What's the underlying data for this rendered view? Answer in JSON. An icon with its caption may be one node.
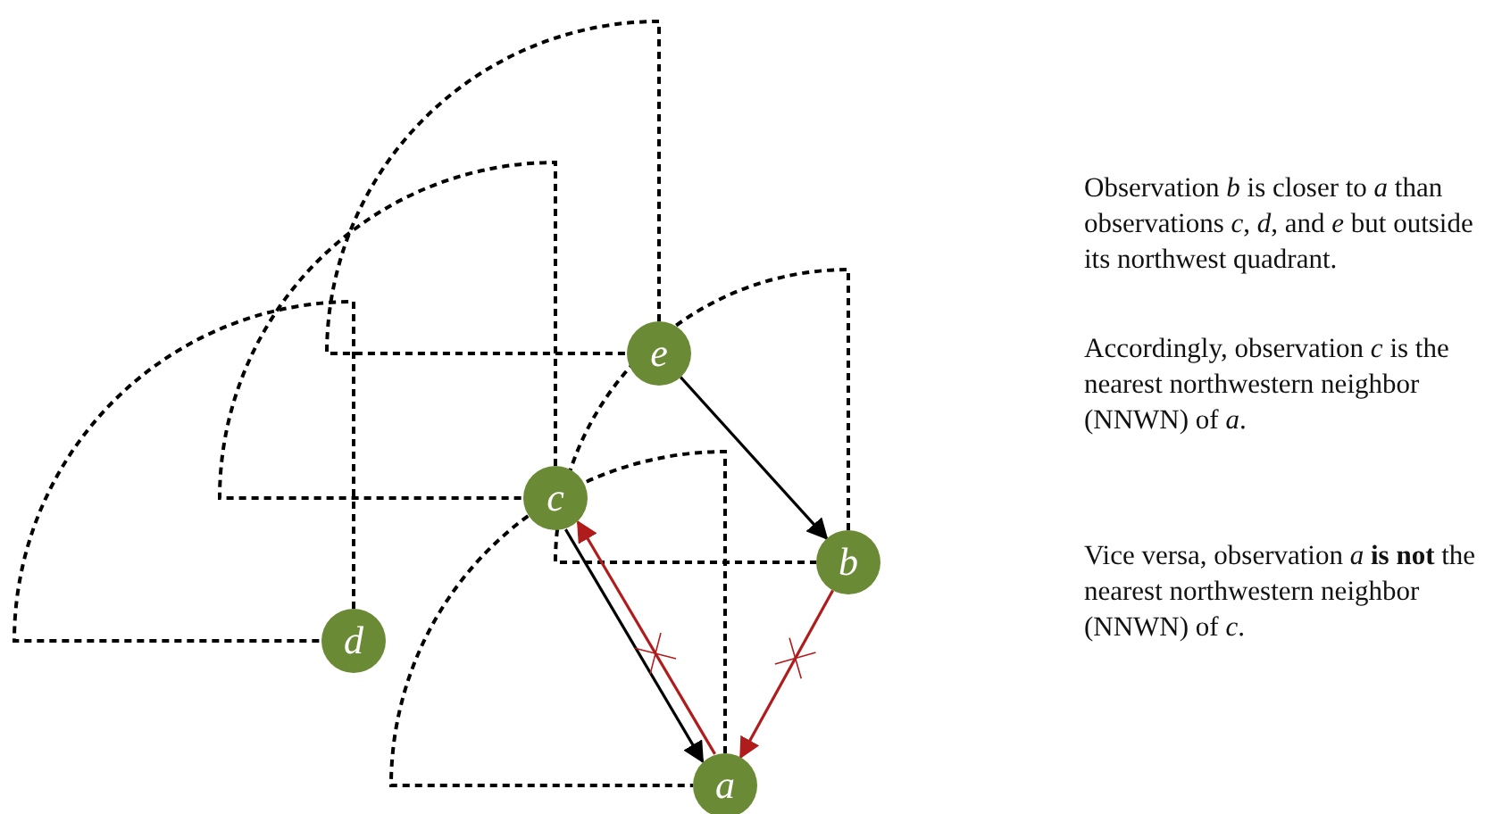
{
  "diagram": {
    "nodes": [
      {
        "text": [
          "e"
        ]
      },
      {
        "text": [
          "c"
        ]
      },
      {
        "text": [
          "b"
        ]
      },
      {
        "text": [
          "d"
        ]
      },
      {
        "text": [
          "a"
        ]
      }
    ],
    "edges": [
      {
        "from": 0,
        "to": 2,
        "arrow": "to"
      },
      {
        "from": 1,
        "to": 4,
        "arrow": "to"
      },
      {
        "from": 4,
        "to": 1,
        "arrow": "to",
        "color": "#b01c1c"
      },
      {
        "from": 2,
        "to": 4,
        "arrow": "to",
        "color": "#b01c1c"
      }
    ],
    "labels": [
      "Observation *b* is closer to *a* than observations *c*, *d*, and *e* but outside its northwest quadrant.",
      "Accordingly, observation *c* is the nearest northwestern neighbor (NNWN) of *a*.",
      "Vice versa, observation *a* **is not** the nearest northwestern neighbor (NNWN) of *c*."
    ]
  }
}
